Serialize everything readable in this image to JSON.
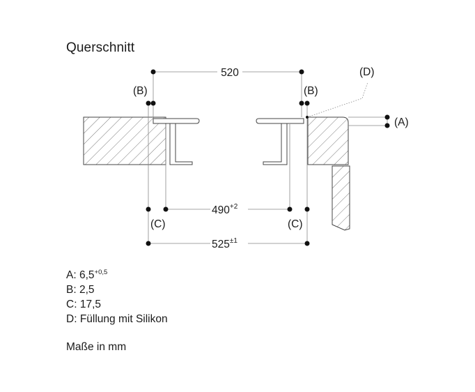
{
  "title": "Querschnitt",
  "dimensions": {
    "width_top": "520",
    "cutout_value": "490",
    "cutout_tolerance": "+2",
    "outer_value": "525",
    "outer_tolerance": "±1"
  },
  "markers": {
    "A": "(A)",
    "B": "(B)",
    "C": "(C)",
    "D": "(D)"
  },
  "legend": [
    {
      "key": "A",
      "sep": ": ",
      "value": "6,5",
      "sup": "+0,5"
    },
    {
      "key": "B",
      "sep": ": ",
      "value": "2,5",
      "sup": ""
    },
    {
      "key": "C",
      "sep": ": ",
      "value": "17,5",
      "sup": ""
    },
    {
      "key": "D",
      "sep": ": ",
      "value": "Füllung mit Silikon",
      "sup": ""
    }
  ],
  "units_note": "Maße in mm"
}
